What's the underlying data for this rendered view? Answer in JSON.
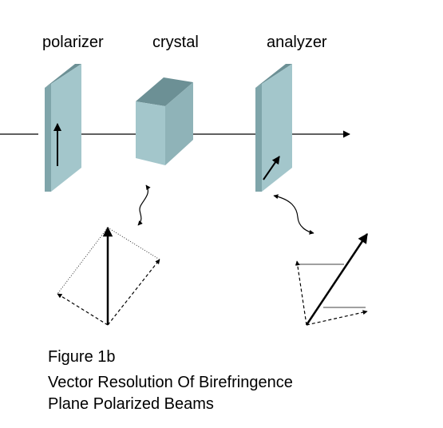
{
  "labels": {
    "polarizer": "polarizer",
    "crystal": "crystal",
    "analyzer": "analyzer"
  },
  "caption": {
    "line1": "Figure 1b",
    "line2": "Vector Resolution Of Birefringence",
    "line3": "Plane Polarized Beams"
  },
  "colors": {
    "plate_front": "#a3c6cb",
    "plate_side": "#7fa5aa",
    "plate_top": "#6c9095",
    "line": "#000000"
  }
}
